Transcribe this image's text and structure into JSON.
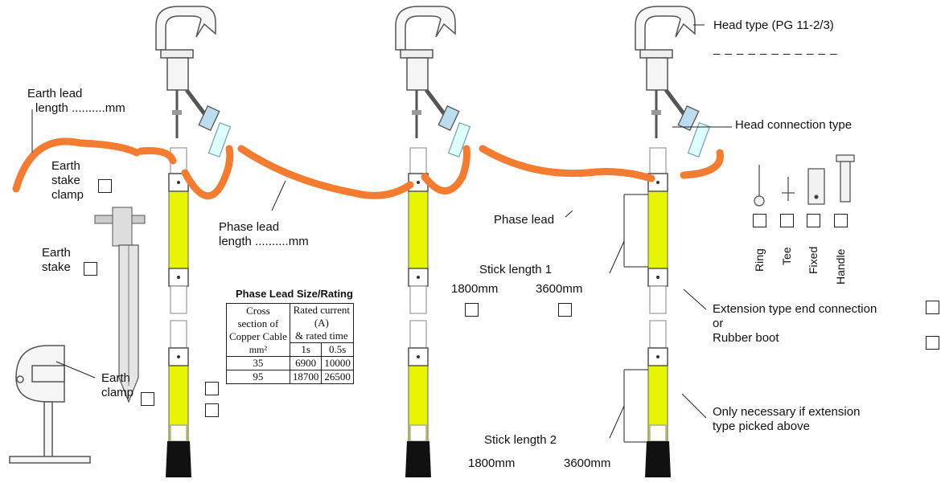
{
  "labels": {
    "earth_lead_1": "Earth lead",
    "earth_lead_2": "length ..........mm",
    "earth_stake_clamp_1": "Earth",
    "earth_stake_clamp_2": "stake",
    "earth_stake_clamp_3": "clamp",
    "earth_stake_1": "Earth",
    "earth_stake_2": "stake",
    "earth_clamp_1": "Earth",
    "earth_clamp_2": "clamp",
    "phase_lead_length_1": "Phase lead",
    "phase_lead_length_2": "length ..........mm",
    "phase_lead": "Phase lead",
    "head_type": "Head type (PG 11-2/3)",
    "head_type_blank": "_ _ _ _ _ _ _ _ _ _ _",
    "head_connection_type": "Head connection type",
    "stick_length_1": "Stick length 1",
    "stick_length_2": "Stick length 2",
    "len_1800_a": "1800mm",
    "len_3600_a": "3600mm",
    "len_1800_b": "1800mm",
    "len_3600_b": "3600mm",
    "extension_type": "Extension type end connection",
    "or": "or",
    "rubber_boot": "Rubber boot",
    "only_necessary_1": "Only necessary if extension",
    "only_necessary_2": "type picked above",
    "conn_ring": "Ring",
    "conn_tee": "Tee",
    "conn_fixed": "Fixed",
    "conn_handle": "Handle"
  },
  "table": {
    "title": "Phase Lead Size/Rating",
    "h_col1": [
      "Cross",
      "section of",
      "Copper Cable",
      "mm²"
    ],
    "h_col2": [
      "Rated current",
      "(A)",
      "& rated time"
    ],
    "sub_1s": "1s",
    "sub_05s": "0.5s",
    "rows": [
      {
        "size": "35",
        "r1": "6900",
        "r2": "10000"
      },
      {
        "size": "95",
        "r1": "18700",
        "r2": "26500"
      }
    ]
  },
  "colors": {
    "cable": "#f47c30",
    "stick_yellow": "#e8f500",
    "boot": "#111111",
    "steel": "#cfcfcf"
  }
}
